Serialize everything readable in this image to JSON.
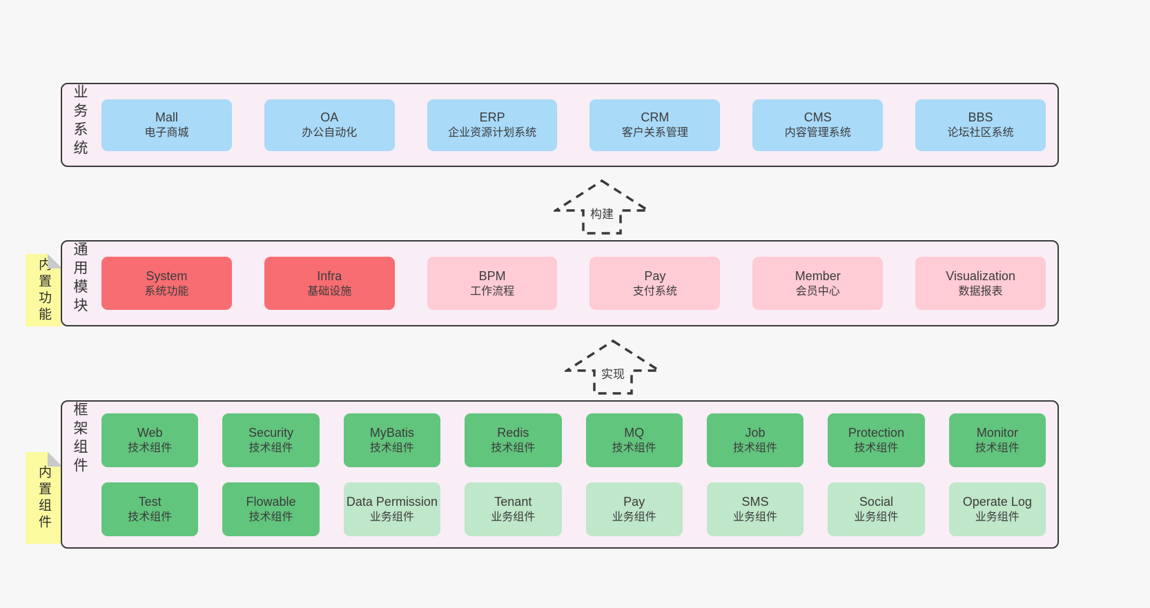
{
  "colors": {
    "page_bg": "#f7f7f7",
    "band_bg": "#f9edf6",
    "band_border": "#3a3a3a",
    "blue_box": "#a9daf8",
    "red_box": "#f76d72",
    "pink_box": "#ffcbd4",
    "green_box": "#62c57d",
    "light_green_box": "#bfe7c9",
    "note_yellow": "#fbfa9f",
    "note_fold": "#c9c9c9",
    "text": "#3b3b3b"
  },
  "arrows": [
    {
      "label": "构建"
    },
    {
      "label": "实现"
    }
  ],
  "bands": [
    {
      "label": "业务系统",
      "boxes": [
        {
          "name": "Mall",
          "subtitle": "电子商城"
        },
        {
          "name": "OA",
          "subtitle": "办公自动化"
        },
        {
          "name": "ERP",
          "subtitle": "企业资源计划系统"
        },
        {
          "name": "CRM",
          "subtitle": "客户关系管理"
        },
        {
          "name": "CMS",
          "subtitle": "内容管理系统"
        },
        {
          "name": "BBS",
          "subtitle": "论坛社区系统"
        }
      ]
    },
    {
      "label": "通用模块",
      "note": "内置功能",
      "boxes": [
        {
          "name": "System",
          "subtitle": "系统功能"
        },
        {
          "name": "Infra",
          "subtitle": "基础设施"
        },
        {
          "name": "BPM",
          "subtitle": "工作流程"
        },
        {
          "name": "Pay",
          "subtitle": "支付系统"
        },
        {
          "name": "Member",
          "subtitle": "会员中心"
        },
        {
          "name": "Visualization",
          "subtitle": "数据报表"
        }
      ]
    },
    {
      "label": "框架组件",
      "note": "内置组件",
      "rows": [
        [
          {
            "name": "Web",
            "subtitle": "技术组件"
          },
          {
            "name": "Security",
            "subtitle": "技术组件"
          },
          {
            "name": "MyBatis",
            "subtitle": "技术组件"
          },
          {
            "name": "Redis",
            "subtitle": "技术组件"
          },
          {
            "name": "MQ",
            "subtitle": "技术组件"
          },
          {
            "name": "Job",
            "subtitle": "技术组件"
          },
          {
            "name": "Protection",
            "subtitle": "技术组件"
          },
          {
            "name": "Monitor",
            "subtitle": "技术组件"
          }
        ],
        [
          {
            "name": "Test",
            "subtitle": "技术组件"
          },
          {
            "name": "Flowable",
            "subtitle": "技术组件"
          },
          {
            "name": "Data Permission",
            "subtitle": "业务组件"
          },
          {
            "name": "Tenant",
            "subtitle": "业务组件"
          },
          {
            "name": "Pay",
            "subtitle": "业务组件"
          },
          {
            "name": "SMS",
            "subtitle": "业务组件"
          },
          {
            "name": "Social",
            "subtitle": "业务组件"
          },
          {
            "name": "Operate Log",
            "subtitle": "业务组件"
          }
        ]
      ]
    }
  ]
}
